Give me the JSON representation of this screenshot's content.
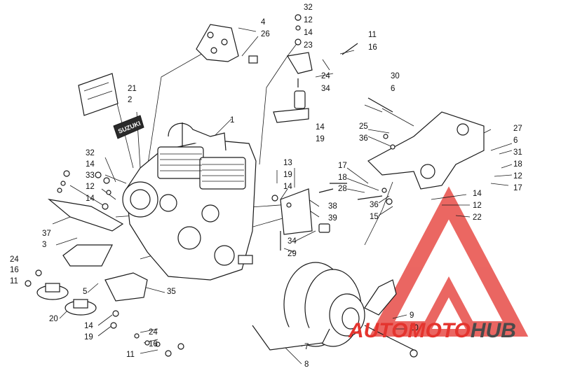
{
  "decal": {
    "brand_text": "SUZUKI"
  },
  "watermark": {
    "logo_icon": "triangle-a-icon",
    "brand_red": "AUTO",
    "brand_mid": "MOTO",
    "brand_dark": "HUB",
    "color_red": "#e4342e",
    "color_dark": "#4a4a4a"
  },
  "callouts": [
    "32",
    "12",
    "14",
    "11",
    "16",
    "23",
    "24",
    "34",
    "4",
    "26",
    "1",
    "21",
    "2",
    "14",
    "19",
    "30",
    "6",
    "25",
    "36",
    "27",
    "6",
    "31",
    "18",
    "12",
    "17",
    "13",
    "19",
    "14",
    "17",
    "18",
    "28",
    "36",
    "15",
    "38",
    "39",
    "32",
    "14",
    "33",
    "12",
    "14",
    "37",
    "3",
    "34",
    "29",
    "14",
    "12",
    "22",
    "24",
    "16",
    "11",
    "5",
    "35",
    "20",
    "14",
    "19",
    "24",
    "16",
    "11",
    "9",
    "10",
    "7",
    "8"
  ]
}
